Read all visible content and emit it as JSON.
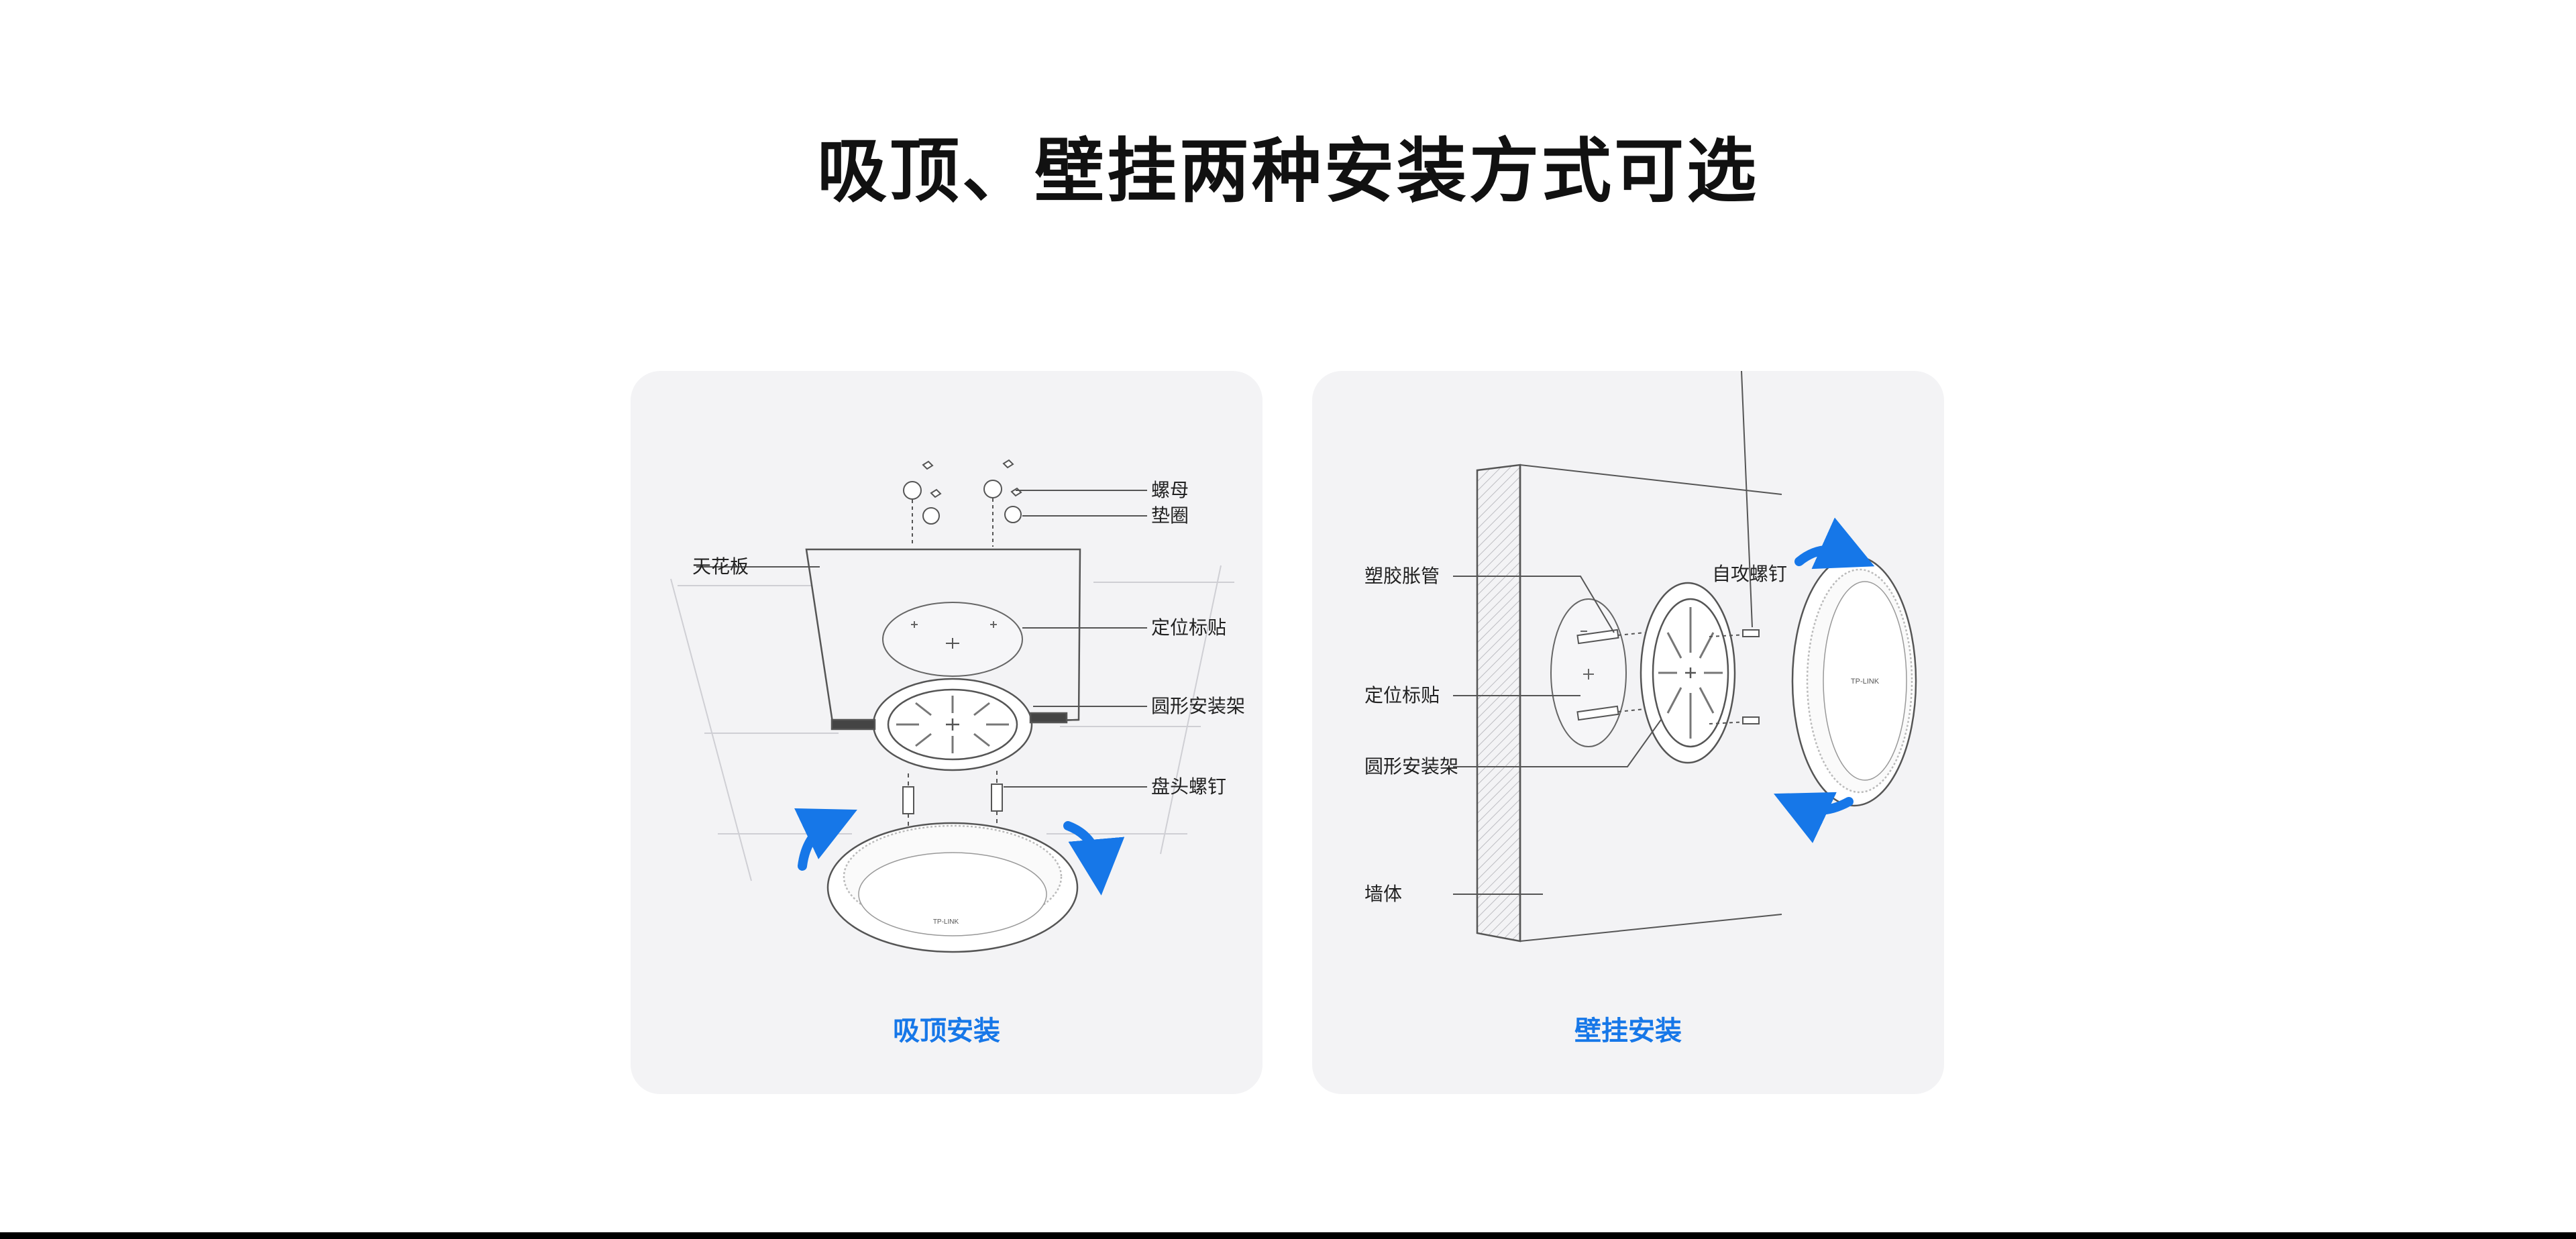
{
  "title": "吸顶、壁挂两种安装方式可选",
  "ceiling_panel": {
    "caption": "吸顶安装",
    "labels": {
      "nut": "螺母",
      "washer": "垫圈",
      "ceiling": "天花板",
      "position_sticker": "定位标贴",
      "round_bracket": "圆形安装架",
      "pan_head_screw": "盘头螺钉"
    },
    "device_brand": "TP-LINK"
  },
  "wall_panel": {
    "caption": "壁挂安装",
    "labels": {
      "anchor": "塑胶胀管",
      "self_tapping_screw": "自攻螺钉",
      "position_sticker": "定位标贴",
      "round_bracket": "圆形安装架",
      "wall": "墙体"
    },
    "device_brand": "TP-LINK"
  },
  "colors": {
    "accent": "#1677e8",
    "card_bg": "#f3f3f5",
    "line": "#555555"
  }
}
